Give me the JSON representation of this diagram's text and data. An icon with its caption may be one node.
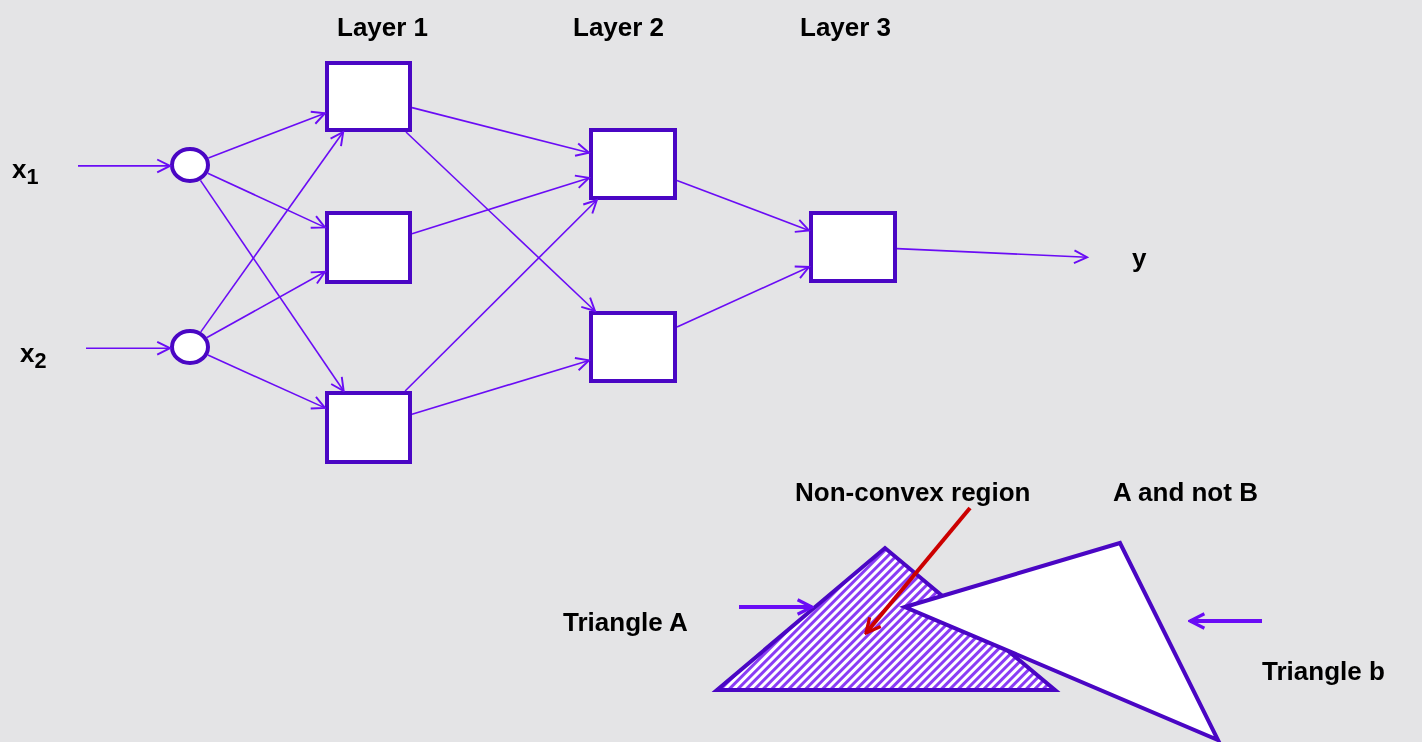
{
  "diagram": {
    "nodes": [
      {
        "text": [
          "x$_{1}$"
        ]
      },
      {
        "text": [
          "x$_{2}$"
        ]
      },
      {
        "text": [],
        "shape": "circle"
      },
      {
        "text": [],
        "shape": "circle"
      },
      {
        "text": [],
        "shape": "box"
      },
      {
        "text": [],
        "shape": "box"
      },
      {
        "text": [],
        "shape": "box"
      },
      {
        "text": [],
        "shape": "box"
      },
      {
        "text": [],
        "shape": "box"
      },
      {
        "text": [],
        "shape": "box"
      },
      {
        "text": [
          "y"
        ]
      },
      {
        "text": [
          "Non-convex region"
        ]
      },
      {
        "text": [
          "Triangle A"
        ]
      },
      {
        "text": [],
        "shape": "triangle"
      },
      {
        "text": [],
        "shape": "triangle"
      },
      {
        "text": [
          "Triangle b"
        ]
      }
    ],
    "edges": [
      {
        "from": 0,
        "to": 2,
        "arrow": "to"
      },
      {
        "from": 1,
        "to": 3,
        "arrow": "to"
      },
      {
        "from": 2,
        "to": 4,
        "arrow": "to"
      },
      {
        "from": 2,
        "to": 5,
        "arrow": "to"
      },
      {
        "from": 2,
        "to": 6,
        "arrow": "to"
      },
      {
        "from": 3,
        "to": 4,
        "arrow": "to"
      },
      {
        "from": 3,
        "to": 5,
        "arrow": "to"
      },
      {
        "from": 3,
        "to": 6,
        "arrow": "to"
      },
      {
        "from": 4,
        "to": 7,
        "arrow": "to"
      },
      {
        "from": 4,
        "to": 8,
        "arrow": "to"
      },
      {
        "from": 5,
        "to": 7,
        "arrow": "to"
      },
      {
        "from": 6,
        "to": 7,
        "arrow": "to"
      },
      {
        "from": 6,
        "to": 8,
        "arrow": "to"
      },
      {
        "from": 7,
        "to": 9,
        "arrow": "to"
      },
      {
        "from": 8,
        "to": 9,
        "arrow": "to"
      },
      {
        "from": 9,
        "to": 10,
        "arrow": "to"
      },
      {
        "from": 11,
        "to": 13,
        "arrow": "to",
        "style": "thick",
        "color": "#cc0000"
      },
      {
        "from": 12,
        "to": 13,
        "arrow": "to",
        "style": "thick"
      },
      {
        "from": 15,
        "to": 14,
        "arrow": "to",
        "style": "thick"
      }
    ],
    "labels": [
      "Layer 1",
      "Layer 2",
      "Layer 3",
      "A and not B"
    ]
  }
}
